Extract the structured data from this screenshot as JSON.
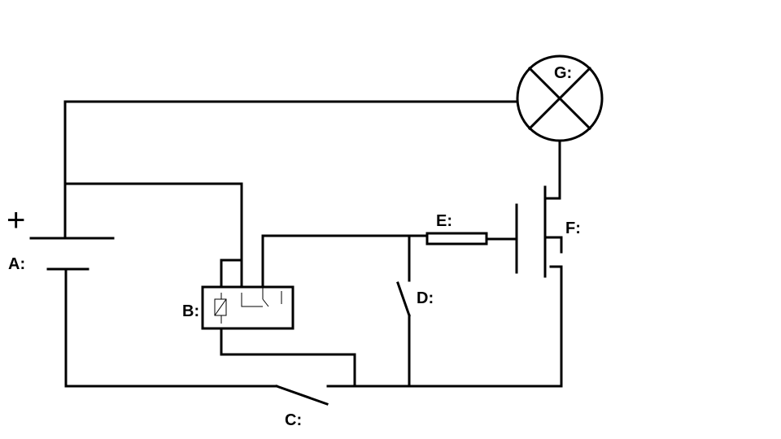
{
  "labels": {
    "battery_plus": "+",
    "battery": "A:",
    "relay": "B:",
    "switch_main": "C:",
    "switch_d": "D:",
    "resistor": "E:",
    "capacitor": "F:",
    "lamp": "G:"
  }
}
